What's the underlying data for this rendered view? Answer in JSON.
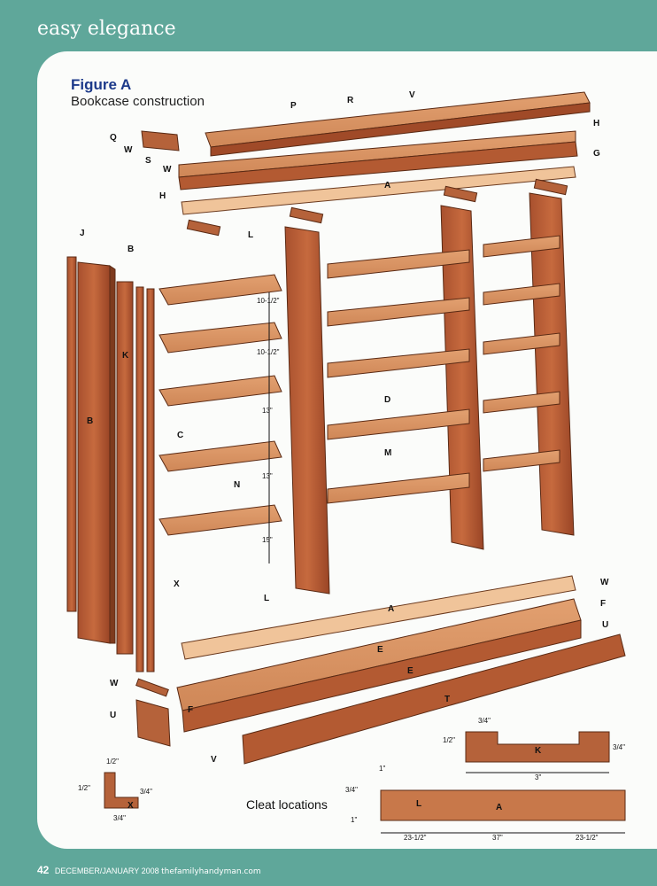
{
  "header": {
    "section": "easy elegance"
  },
  "figure": {
    "title": "Figure A",
    "subtitle": "Bookcase construction"
  },
  "cleat_title": "Cleat locations",
  "footer": {
    "page": "42",
    "issue": "DECEMBER/JANUARY 2008",
    "site": "thefamilyhandyman.com"
  },
  "parts": [
    "P",
    "R",
    "V",
    "Q",
    "W",
    "S",
    "W",
    "H",
    "G",
    "H",
    "A",
    "L",
    "J",
    "B",
    "K",
    "B",
    "C",
    "D",
    "M",
    "N",
    "X",
    "L",
    "A",
    "W",
    "F",
    "U",
    "E",
    "E",
    "T",
    "W",
    "U",
    "F",
    "V",
    "K",
    "A",
    "L",
    "X"
  ],
  "shelf_spacings": [
    "10-1/2\"",
    "10-1/2\"",
    "13\"",
    "13\"",
    "15\""
  ],
  "k_detail": {
    "tab": "3/4\"",
    "notch": "1/2\"",
    "height": "3/4\"",
    "length": "3\""
  },
  "x_detail": {
    "top": "1/2\"",
    "left": "1/2\"",
    "right": "3/4\"",
    "bottom": "3/4\""
  },
  "a_detail": {
    "top": "1\"",
    "left_upper": "3/4\"",
    "left_lower": "1\"",
    "d1": "23-1/2\"",
    "d2": "37\"",
    "d3": "23-1/2\""
  }
}
